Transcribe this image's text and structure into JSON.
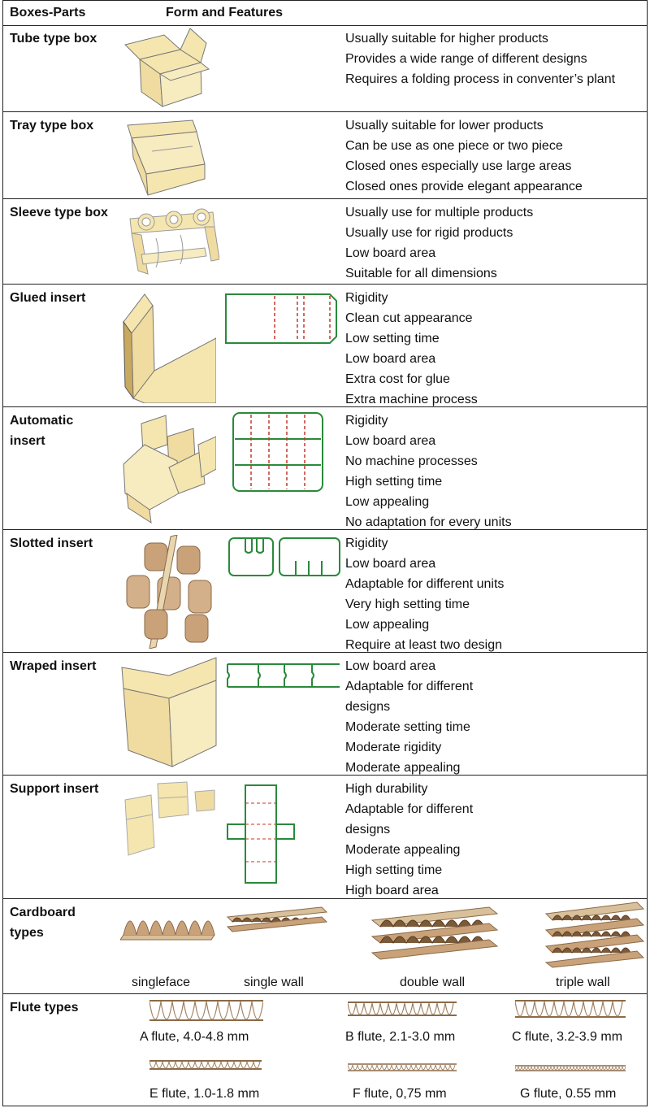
{
  "header": {
    "col1": "Boxes-Parts",
    "col2": "Form and Features"
  },
  "rows": [
    {
      "name": "Tube type box",
      "features": [
        "Usually suitable for higher products",
        "Provides a wide range of different designs",
        "Requires a folding process in conventer’s plant"
      ]
    },
    {
      "name": "Tray type box",
      "features": [
        "Usually suitable for lower products",
        "Can be use as one piece or two piece",
        "Closed ones especially use large areas",
        "Closed ones provide elegant appearance"
      ]
    },
    {
      "name": "Sleeve type box",
      "features": [
        "Usually use for multiple products",
        "Usually use for rigid products",
        "Low board area",
        "Suitable for all dimensions"
      ]
    },
    {
      "name": "Glued insert",
      "features": [
        "Rigidity",
        "Clean cut appearance",
        "Low setting time",
        "Low board area",
        "Extra cost for glue",
        "Extra machine process"
      ]
    },
    {
      "name": "Automatic insert",
      "features": [
        "Rigidity",
        "Low board area",
        "No machine processes",
        "High setting time",
        "Low appealing",
        "No adaptation for every units"
      ]
    },
    {
      "name": "Slotted insert",
      "features": [
        "Rigidity",
        "Low board area",
        "Adaptable for different units",
        "Very high setting time",
        "Low appealing",
        "Require at least two design"
      ]
    },
    {
      "name": "Wraped insert",
      "features": [
        "Low board area",
        "Adaptable for different",
        "designs",
        "Moderate setting time",
        "Moderate rigidity",
        "Moderate appealing"
      ]
    },
    {
      "name": "Support insert",
      "features": [
        "High durability",
        "Adaptable for different",
        "designs",
        "Moderate appealing",
        "High setting time",
        "High board area"
      ]
    }
  ],
  "cardboard": {
    "name": "Cardboard types",
    "types": [
      "singleface",
      "single wall",
      "double wall",
      "triple wall"
    ]
  },
  "flute": {
    "name": "Flute types",
    "types": [
      "A flute, 4.0-4.8 mm",
      "B flute, 2.1-3.0 mm",
      "C flute, 3.2-3.9 mm",
      "E flute, 1.0-1.8 mm",
      "F flute, 0,75 mm",
      "G flute, 0.55 mm"
    ]
  },
  "colors": {
    "cardboard": "#f5e6b0",
    "cardboard_edge": "#c9a860",
    "kraft": "#c9a27a",
    "die_line": "#2a8a3a",
    "fold_line": "#c0392b"
  }
}
